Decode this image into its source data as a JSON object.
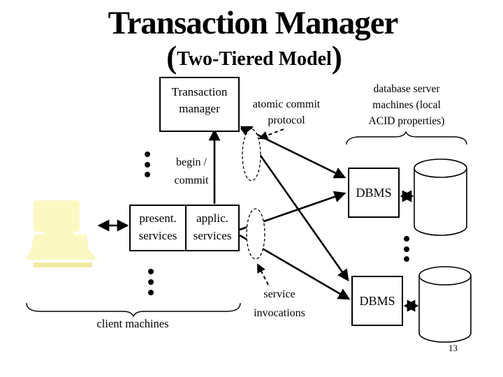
{
  "slide": {
    "title": "Transaction Manager",
    "subtitle": {
      "open_paren": "(",
      "text": "Two-Tiered Model",
      "close_paren": ")"
    },
    "page_number": "13"
  },
  "boxes": {
    "transaction_manager": {
      "line1": "Transaction",
      "line2": "manager"
    },
    "present_services": {
      "line1": "present.",
      "line2": "services"
    },
    "applic_services": {
      "line1": "applic.",
      "line2": "services"
    },
    "dbms_top": {
      "label": "DBMS"
    },
    "dbms_bottom": {
      "label": "DBMS"
    }
  },
  "labels": {
    "atomic_commit": {
      "line1": "atomic commit",
      "line2": "protocol"
    },
    "database_servers": {
      "line1": "database server",
      "line2": "machines (local",
      "line3": "ACID properties)"
    },
    "begin_commit": {
      "line1": "begin /",
      "line2": "commit"
    },
    "service_invocations": {
      "line1": "service",
      "line2": "invocations"
    },
    "client_machines": "client machines"
  },
  "icons": {
    "client_computer": "computer-terminal-icon",
    "database_top": "database-cylinder-icon",
    "database_bottom": "database-cylinder-icon"
  },
  "colors": {
    "client_computer_fill": "#FBF8C2",
    "client_computer_shadow": "#F3EAA0",
    "diagram_line": "#000000",
    "background": "#FFFFFF"
  }
}
